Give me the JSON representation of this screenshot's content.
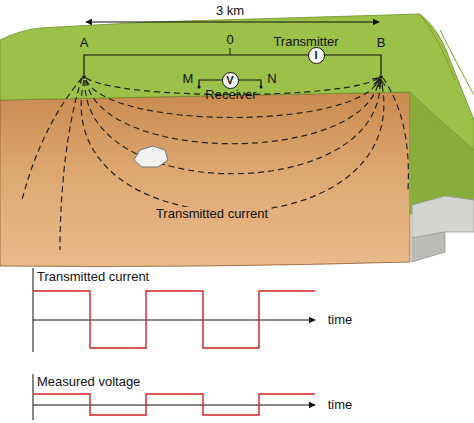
{
  "diagram": {
    "nodes": [
      {
        "text": [
          "V"
        ]
      },
      {
        "text": [
          "I"
        ]
      }
    ],
    "labels": [
      "3 km",
      "A",
      "0",
      "Transmitter",
      "B",
      "M",
      "N",
      "Receiver",
      "Transmitted current",
      "Transmitted current",
      "time",
      "Measured voltage",
      "time"
    ]
  }
}
